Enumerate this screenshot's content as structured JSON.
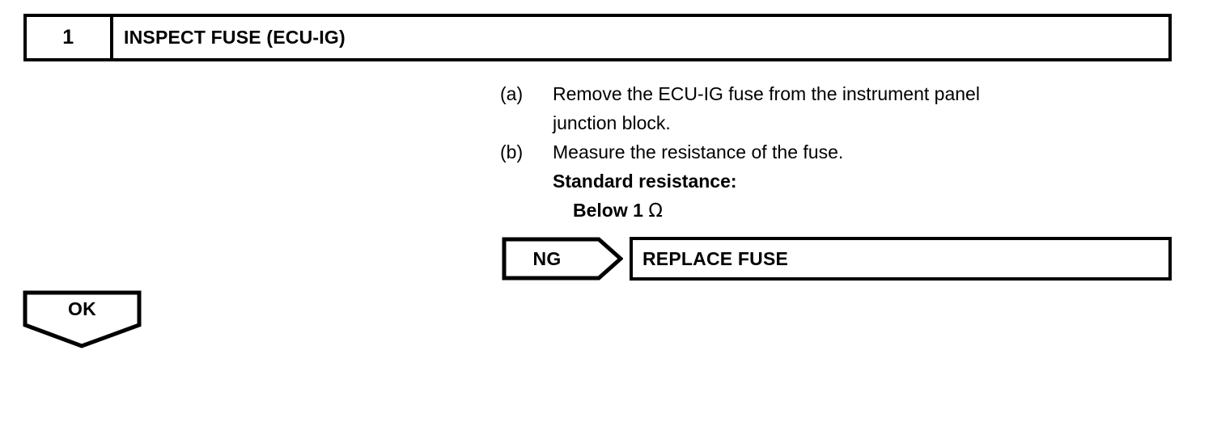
{
  "step": {
    "number": "1",
    "title": "INSPECT FUSE (ECU-IG)"
  },
  "instructions": [
    {
      "marker": "(a)",
      "line1": "Remove the ECU-IG fuse from the instrument panel",
      "line2": "junction block."
    },
    {
      "marker": "(b)",
      "line1": "Measure the resistance of the fuse."
    }
  ],
  "spec": {
    "heading": "Standard resistance:",
    "value_text": "Below 1",
    "unit": "Ω"
  },
  "branches": {
    "ng": {
      "label": "NG",
      "result": "REPLACE FUSE"
    },
    "ok": {
      "label": "OK"
    }
  },
  "colors": {
    "ink": "#000000",
    "paper": "#ffffff"
  }
}
